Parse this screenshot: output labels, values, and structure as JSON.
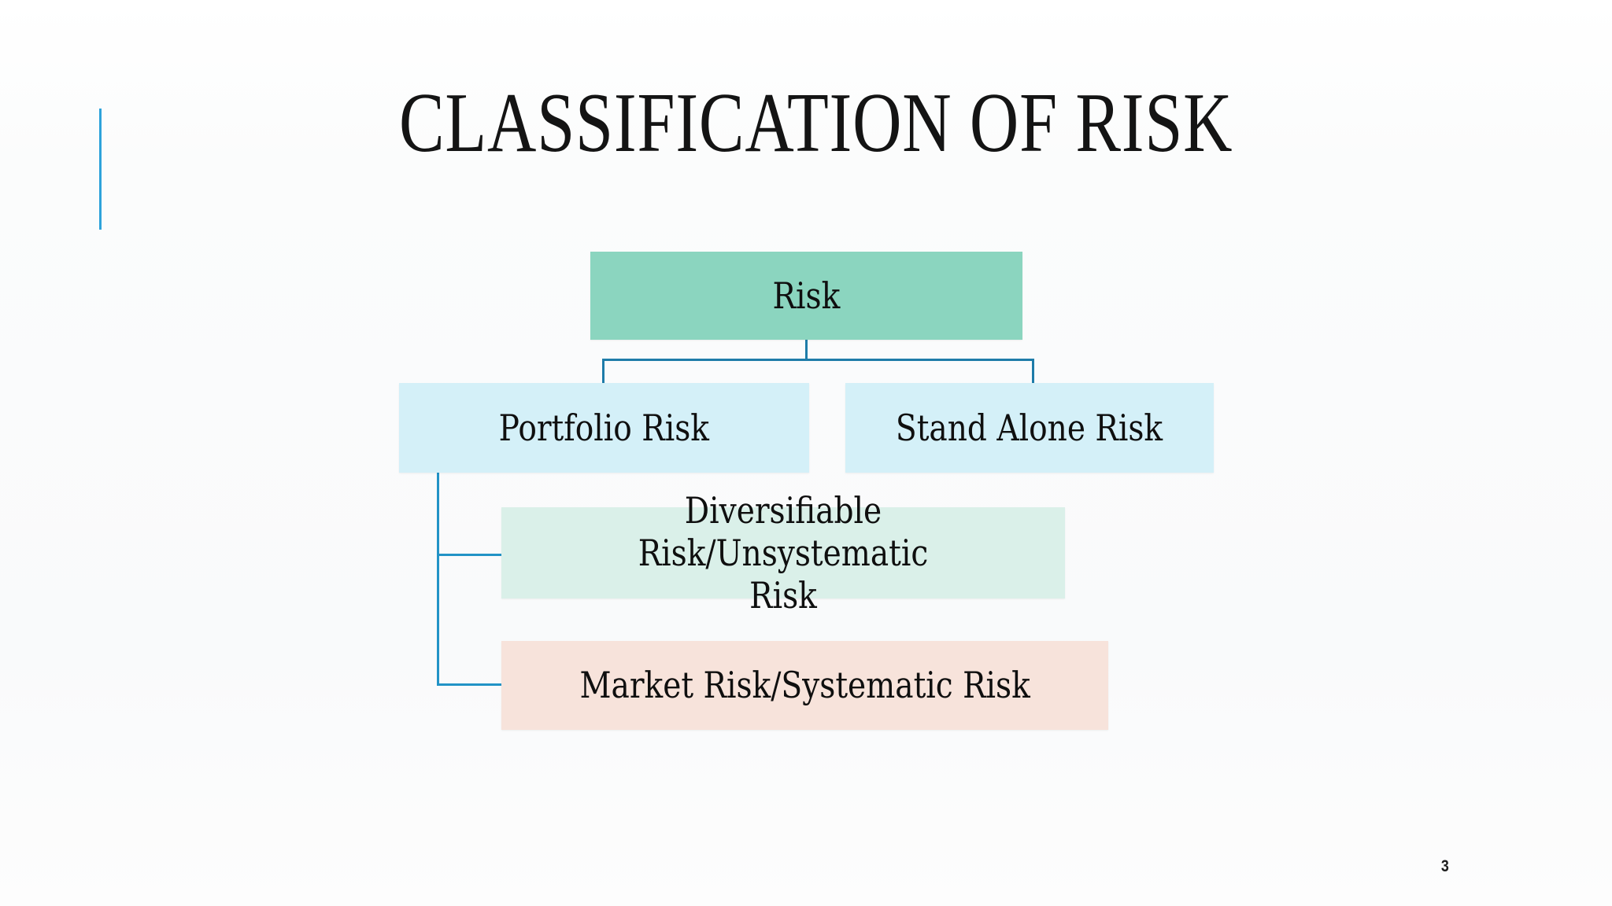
{
  "slide": {
    "title": "CLASSIFICATION OF RISK",
    "title_color": "#141414",
    "page_number": "3",
    "accent_line_color": "#2ea3db",
    "background_color": "#fbfcfc"
  },
  "diagram": {
    "nodes": {
      "risk": {
        "label": "Risk",
        "fill": "#8bd5bf"
      },
      "portfolio": {
        "label": "Portfolio Risk",
        "fill": "#d4f0f8"
      },
      "standalone": {
        "label": "Stand Alone Risk",
        "fill": "#d4f0f8"
      },
      "diversifiable": {
        "label": "Diversifiable Risk/Unsystematic\nRisk",
        "fill": "#daf0e9"
      },
      "market": {
        "label": "Market Risk/Systematic Risk",
        "fill": "#f7e3db"
      }
    },
    "hierarchy": {
      "root": "Risk",
      "children_of_risk": [
        "Portfolio Risk",
        "Stand Alone Risk"
      ],
      "children_of_portfolio": [
        "Diversifiable Risk/Unsystematic Risk",
        "Market Risk/Systematic Risk"
      ]
    },
    "connectors": {
      "tree_color": "#1e7ca9",
      "branch_color": "#2293c6"
    }
  }
}
